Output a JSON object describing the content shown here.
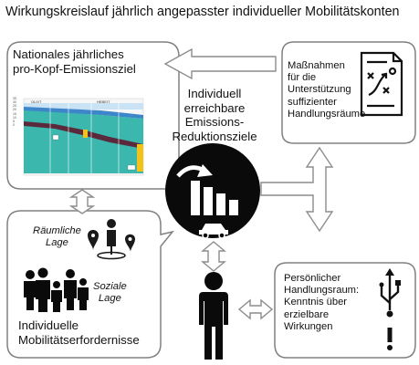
{
  "title": "Wirkungskreislauf jährlich angepasster individueller Mobilitätskonten",
  "boxes": {
    "national": {
      "line1": "Nationales jährliches",
      "line2": "pro-Kopf-Emissionsziel"
    },
    "measures": {
      "line1": "Maßnahmen",
      "line2": "für die",
      "line3": "Unterstützung",
      "line4": "suffizienter",
      "line5": "Handlungsräume"
    },
    "mobility_needs": {
      "line1": "Individuelle",
      "line2": "Mobilitätserfordernisse",
      "spatial_1": "Räumliche",
      "spatial_2": "Lage",
      "social_1": "Soziale",
      "social_2": "Lage"
    },
    "personal_space": {
      "line1": "Persönlicher",
      "line2": "Handlungsraum:",
      "line3": "Kenntnis über",
      "line4": "erzielbare",
      "line5": "Wirkungen"
    }
  },
  "center": {
    "line1": "Individuell",
    "line2": "erreichbare",
    "line3": "Emissions-",
    "line4": "Reduktionsziele"
  },
  "mini_chart": {
    "y_ticks": [
      "35",
      "30",
      "25",
      "20",
      "15",
      "10",
      "5",
      "0"
    ],
    "label_a": "OLIVT",
    "label_b": "HEBEIT"
  },
  "colors": {
    "box_border": "#7f7f7f",
    "arrow_fill": "#ffffff",
    "arrow_stroke": "#8c8c8c",
    "chart_teal": "#3bb7ae",
    "chart_blue": "#3c86c9",
    "chart_dark": "#5a2a3c",
    "chart_yellow": "#f2c21a"
  },
  "icons": [
    "document-checklist-icon",
    "emission-chart-icon",
    "car-icon",
    "person-icon",
    "location-pin-icon",
    "family-icon",
    "usb-icon",
    "exclamation-icon"
  ]
}
